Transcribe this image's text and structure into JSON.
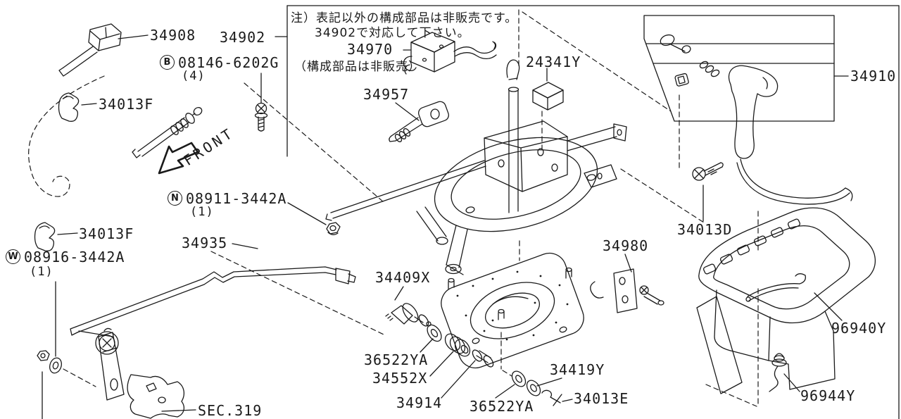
{
  "figure": {
    "background": "#ffffff",
    "line_color": "#1a1a1a",
    "description": "Auto transmission control device exploded parts diagram"
  },
  "note": {
    "line1": "注）表記以外の構成部品は非販売です。",
    "line2": "34902で対応して下さい。"
  },
  "front_label": "FRONT",
  "section_ref": "SEC.319",
  "parts": {
    "34908": "34908",
    "34902": "34902",
    "34013F": "34013F",
    "34935": "34935",
    "34970": "34970",
    "34970_note": "（構成部品は非販売）",
    "34957": "34957",
    "24341Y": "24341Y",
    "34910": "34910",
    "34013D": "34013D",
    "34980": "34980",
    "34409X": "34409X",
    "36522YA": "36522YA",
    "34552X": "34552X",
    "34914": "34914",
    "34419Y": "34419Y",
    "34013E": "34013E",
    "96940Y": "96940Y",
    "96944Y": "96944Y"
  },
  "hardware": {
    "bolt": {
      "symbol": "B",
      "number": "08146-6202G",
      "qty": "(4)"
    },
    "nut": {
      "symbol": "N",
      "number": "08911-3442A",
      "qty": "(1)"
    },
    "washer": {
      "symbol": "W",
      "number": "08916-3442A",
      "qty": "(1)"
    }
  }
}
